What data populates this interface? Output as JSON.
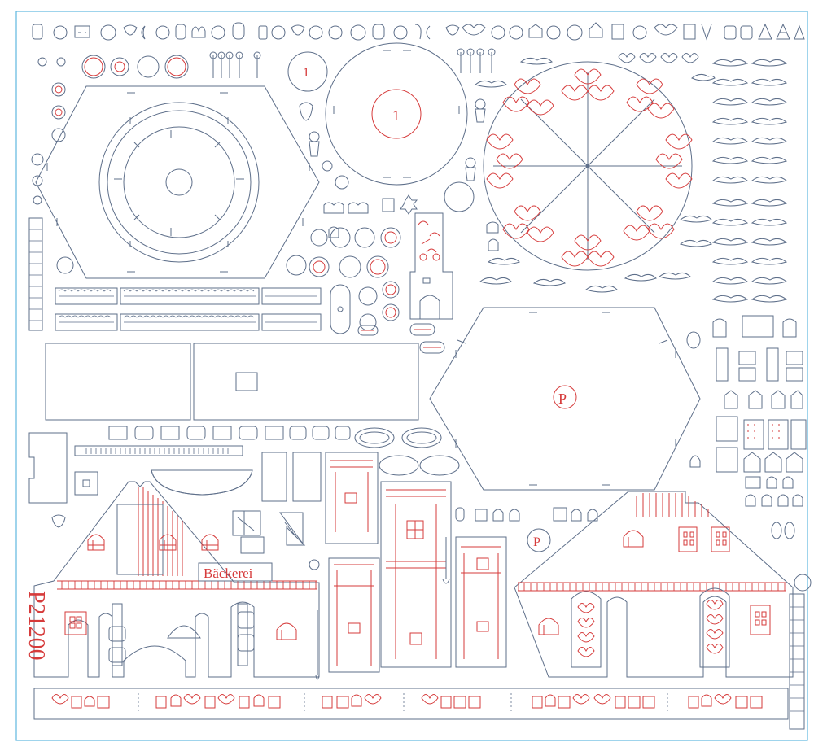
{
  "sheet": {
    "code": "P21200",
    "bakery_sign": "Bäckerei",
    "center_marks": {
      "small_disc": "1",
      "large_disc": "1",
      "hexagon": "P",
      "small_round": "P"
    }
  },
  "colors": {
    "cut_line": "#5e6f8a",
    "engrave_line": "#d63b3b",
    "board_border": "#5fb7e0",
    "background": "#ffffff"
  }
}
